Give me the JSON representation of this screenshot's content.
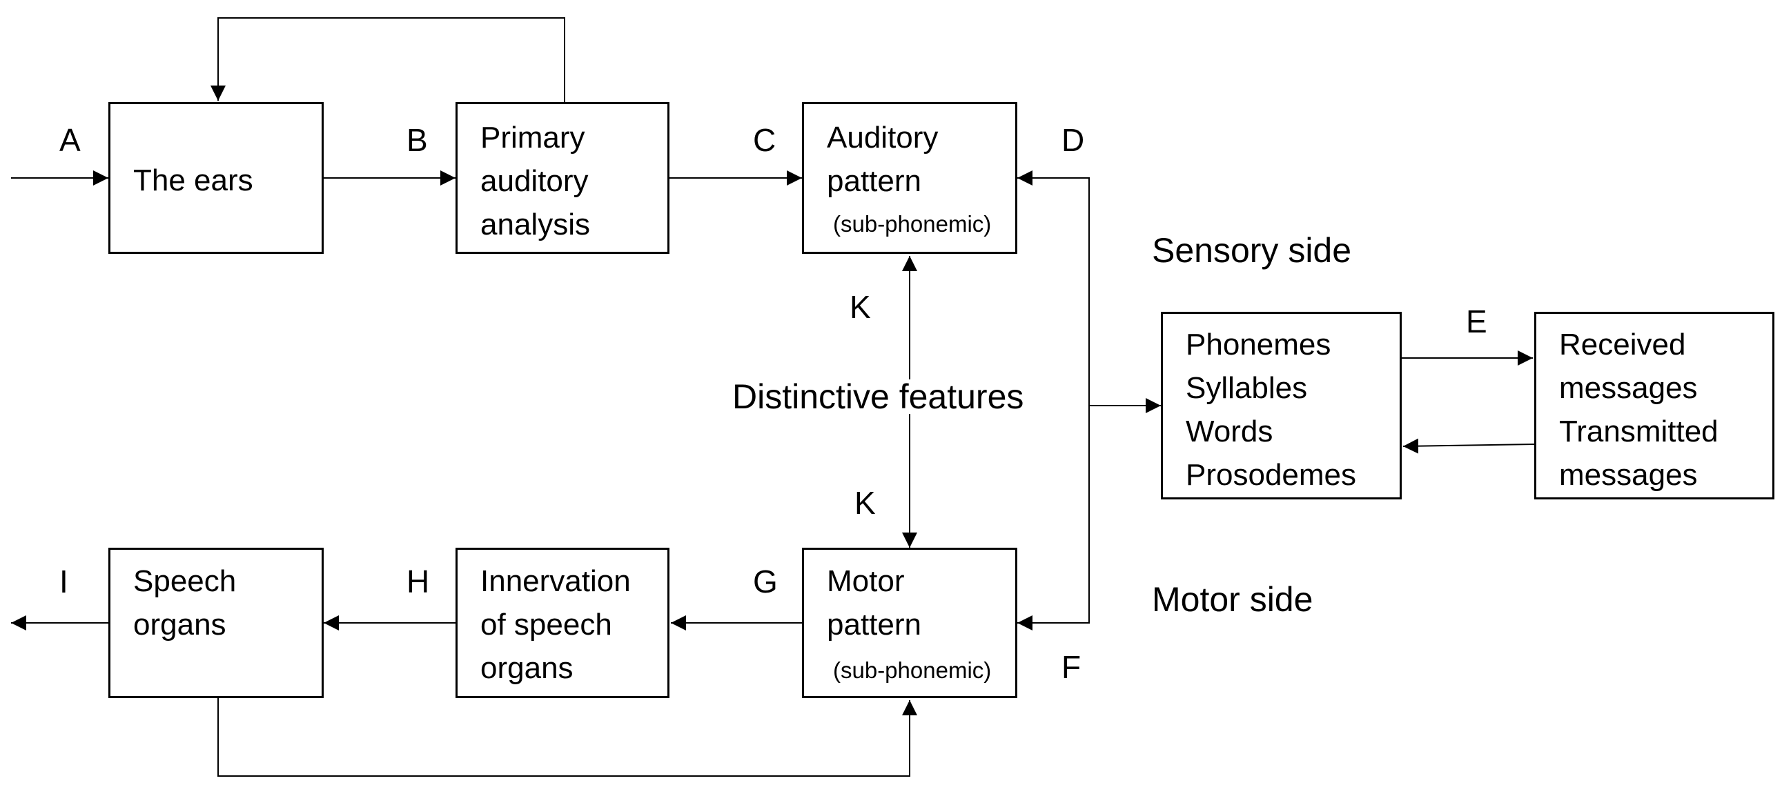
{
  "boxes": {
    "ears": [
      "The ears"
    ],
    "primary": [
      "Primary",
      "auditory",
      "analysis"
    ],
    "auditory_pattern": [
      "Auditory",
      "pattern"
    ],
    "auditory_note": "(sub-phonemic)",
    "phonemes": [
      "Phonemes",
      "Syllables",
      "Words",
      "Prosodemes"
    ],
    "messages": [
      "Received",
      "messages",
      "Transmitted",
      "messages"
    ],
    "speech_organs": [
      "Speech",
      "organs"
    ],
    "innervation": [
      "Innervation",
      "of speech",
      "organs"
    ],
    "motor_pattern": [
      "Motor",
      "pattern"
    ],
    "motor_note": "(sub-phonemic)"
  },
  "labels": {
    "A": "A",
    "B": "B",
    "C": "C",
    "D": "D",
    "E": "E",
    "F": "F",
    "G": "G",
    "H": "H",
    "I": "I",
    "K_top": "K",
    "K_bottom": "K"
  },
  "distinctive_features": "Distinctive features",
  "sensory_side": "Sensory side",
  "motor_side": "Motor side"
}
